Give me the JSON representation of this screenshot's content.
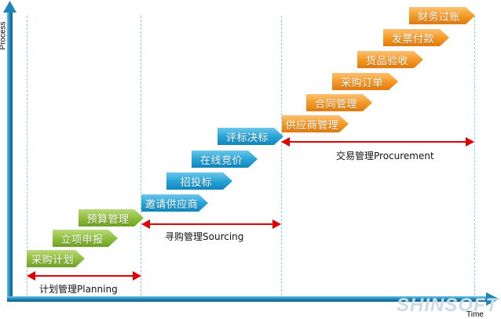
{
  "axes": {
    "y_label": "Process",
    "x_label": "Time"
  },
  "phases": {
    "planning": "计划管理Planning",
    "sourcing": "寻购管理Sourcing",
    "procurement": "交易管理Procurement"
  },
  "steps": {
    "planning": [
      "采购计划",
      "立项申报",
      "预算管理"
    ],
    "sourcing": [
      "邀请供应商",
      "招投标",
      "在线竞价",
      "评标决标"
    ],
    "procurement": [
      "供应商管理",
      "合同管理",
      "采购订单",
      "货品验收",
      "发票付款",
      "财务过账"
    ]
  },
  "colors": {
    "axis": "#1e87b8",
    "arrow": "#e00000",
    "planning": "#8fbf3c",
    "sourcing": "#2aa4d6",
    "procurement": "#f59a26"
  },
  "watermark": "SHINSOFT"
}
